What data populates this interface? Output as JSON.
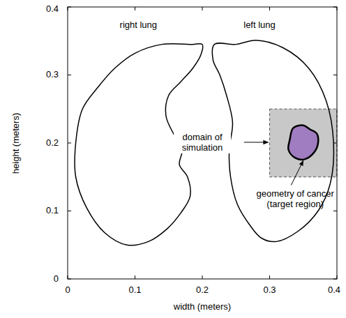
{
  "diagram": {
    "labels": [
      "right lung",
      "left lung",
      "domain of simulation",
      "geometry of cancer (target region)",
      "0",
      "0.1",
      "0.2",
      "0.3",
      "0.4",
      "0",
      "0.1",
      "0.2",
      "0.3",
      "0.4",
      "width (meters)",
      "height (meters)"
    ]
  }
}
